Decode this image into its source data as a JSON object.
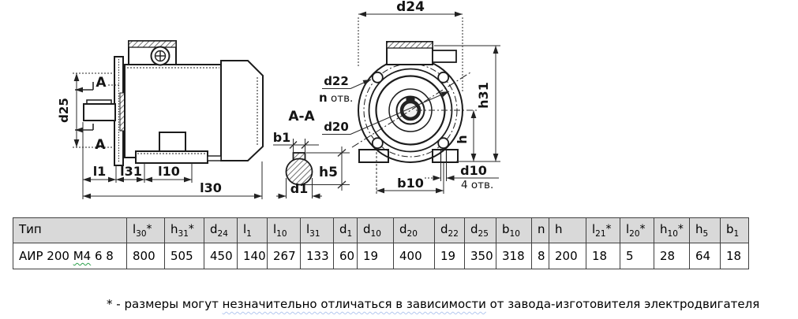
{
  "drawing": {
    "labels": {
      "d25": "d25",
      "a_marker": "A",
      "l1": "l1",
      "l31": "l31",
      "l10": "l10",
      "l30": "l30",
      "section_title": "A-A",
      "b1": "b1",
      "h5": "h5",
      "d1": "d1",
      "d24": "d24",
      "d22": "d22",
      "n_holes_n": "n",
      "n_holes_otv": " отв.",
      "d20": "d20",
      "h31": "h31",
      "h": "h",
      "d10": "d10",
      "four_holes": "4 отв.",
      "b10": "b10"
    },
    "line_color": "#1c1c1c"
  },
  "table": {
    "header_bg": "#d9d9d9",
    "border_color": "#404040",
    "headers": [
      {
        "base": "Тип",
        "sub": "",
        "star": ""
      },
      {
        "base": "l",
        "sub": "30",
        "star": "*"
      },
      {
        "base": "h",
        "sub": "31",
        "star": "*"
      },
      {
        "base": "d",
        "sub": "24",
        "star": ""
      },
      {
        "base": "l",
        "sub": "1",
        "star": ""
      },
      {
        "base": "l",
        "sub": "10",
        "star": ""
      },
      {
        "base": "l",
        "sub": "31",
        "star": ""
      },
      {
        "base": "d",
        "sub": "1",
        "star": ""
      },
      {
        "base": "d",
        "sub": "10",
        "star": ""
      },
      {
        "base": "d",
        "sub": "20",
        "star": ""
      },
      {
        "base": "d",
        "sub": "22",
        "star": ""
      },
      {
        "base": "d",
        "sub": "25",
        "star": ""
      },
      {
        "base": "b",
        "sub": "10",
        "star": ""
      },
      {
        "base": "n",
        "sub": "",
        "star": ""
      },
      {
        "base": "h",
        "sub": "",
        "star": ""
      },
      {
        "base": "l",
        "sub": "21",
        "star": "*"
      },
      {
        "base": "l",
        "sub": "20",
        "star": "*"
      },
      {
        "base": "h",
        "sub": "10",
        "star": "*"
      },
      {
        "base": "h",
        "sub": "5",
        "star": ""
      },
      {
        "base": "b",
        "sub": "1",
        "star": ""
      }
    ],
    "rows": [
      {
        "type_prefix": "АИР 200 ",
        "type_marked": "М4",
        "type_suffix": " 6 8",
        "values": [
          "800",
          "505",
          "450",
          "140",
          "267",
          "133",
          "60",
          "19",
          "400",
          "19",
          "350",
          "318",
          "8",
          "200",
          "18",
          "5",
          "28",
          "64",
          "18"
        ]
      }
    ]
  },
  "footer": {
    "prefix": "* - размеры могут ",
    "marked": "незначительно отличаться в зависимости",
    "suffix": " от завода-изготовителя электродвигателя"
  }
}
